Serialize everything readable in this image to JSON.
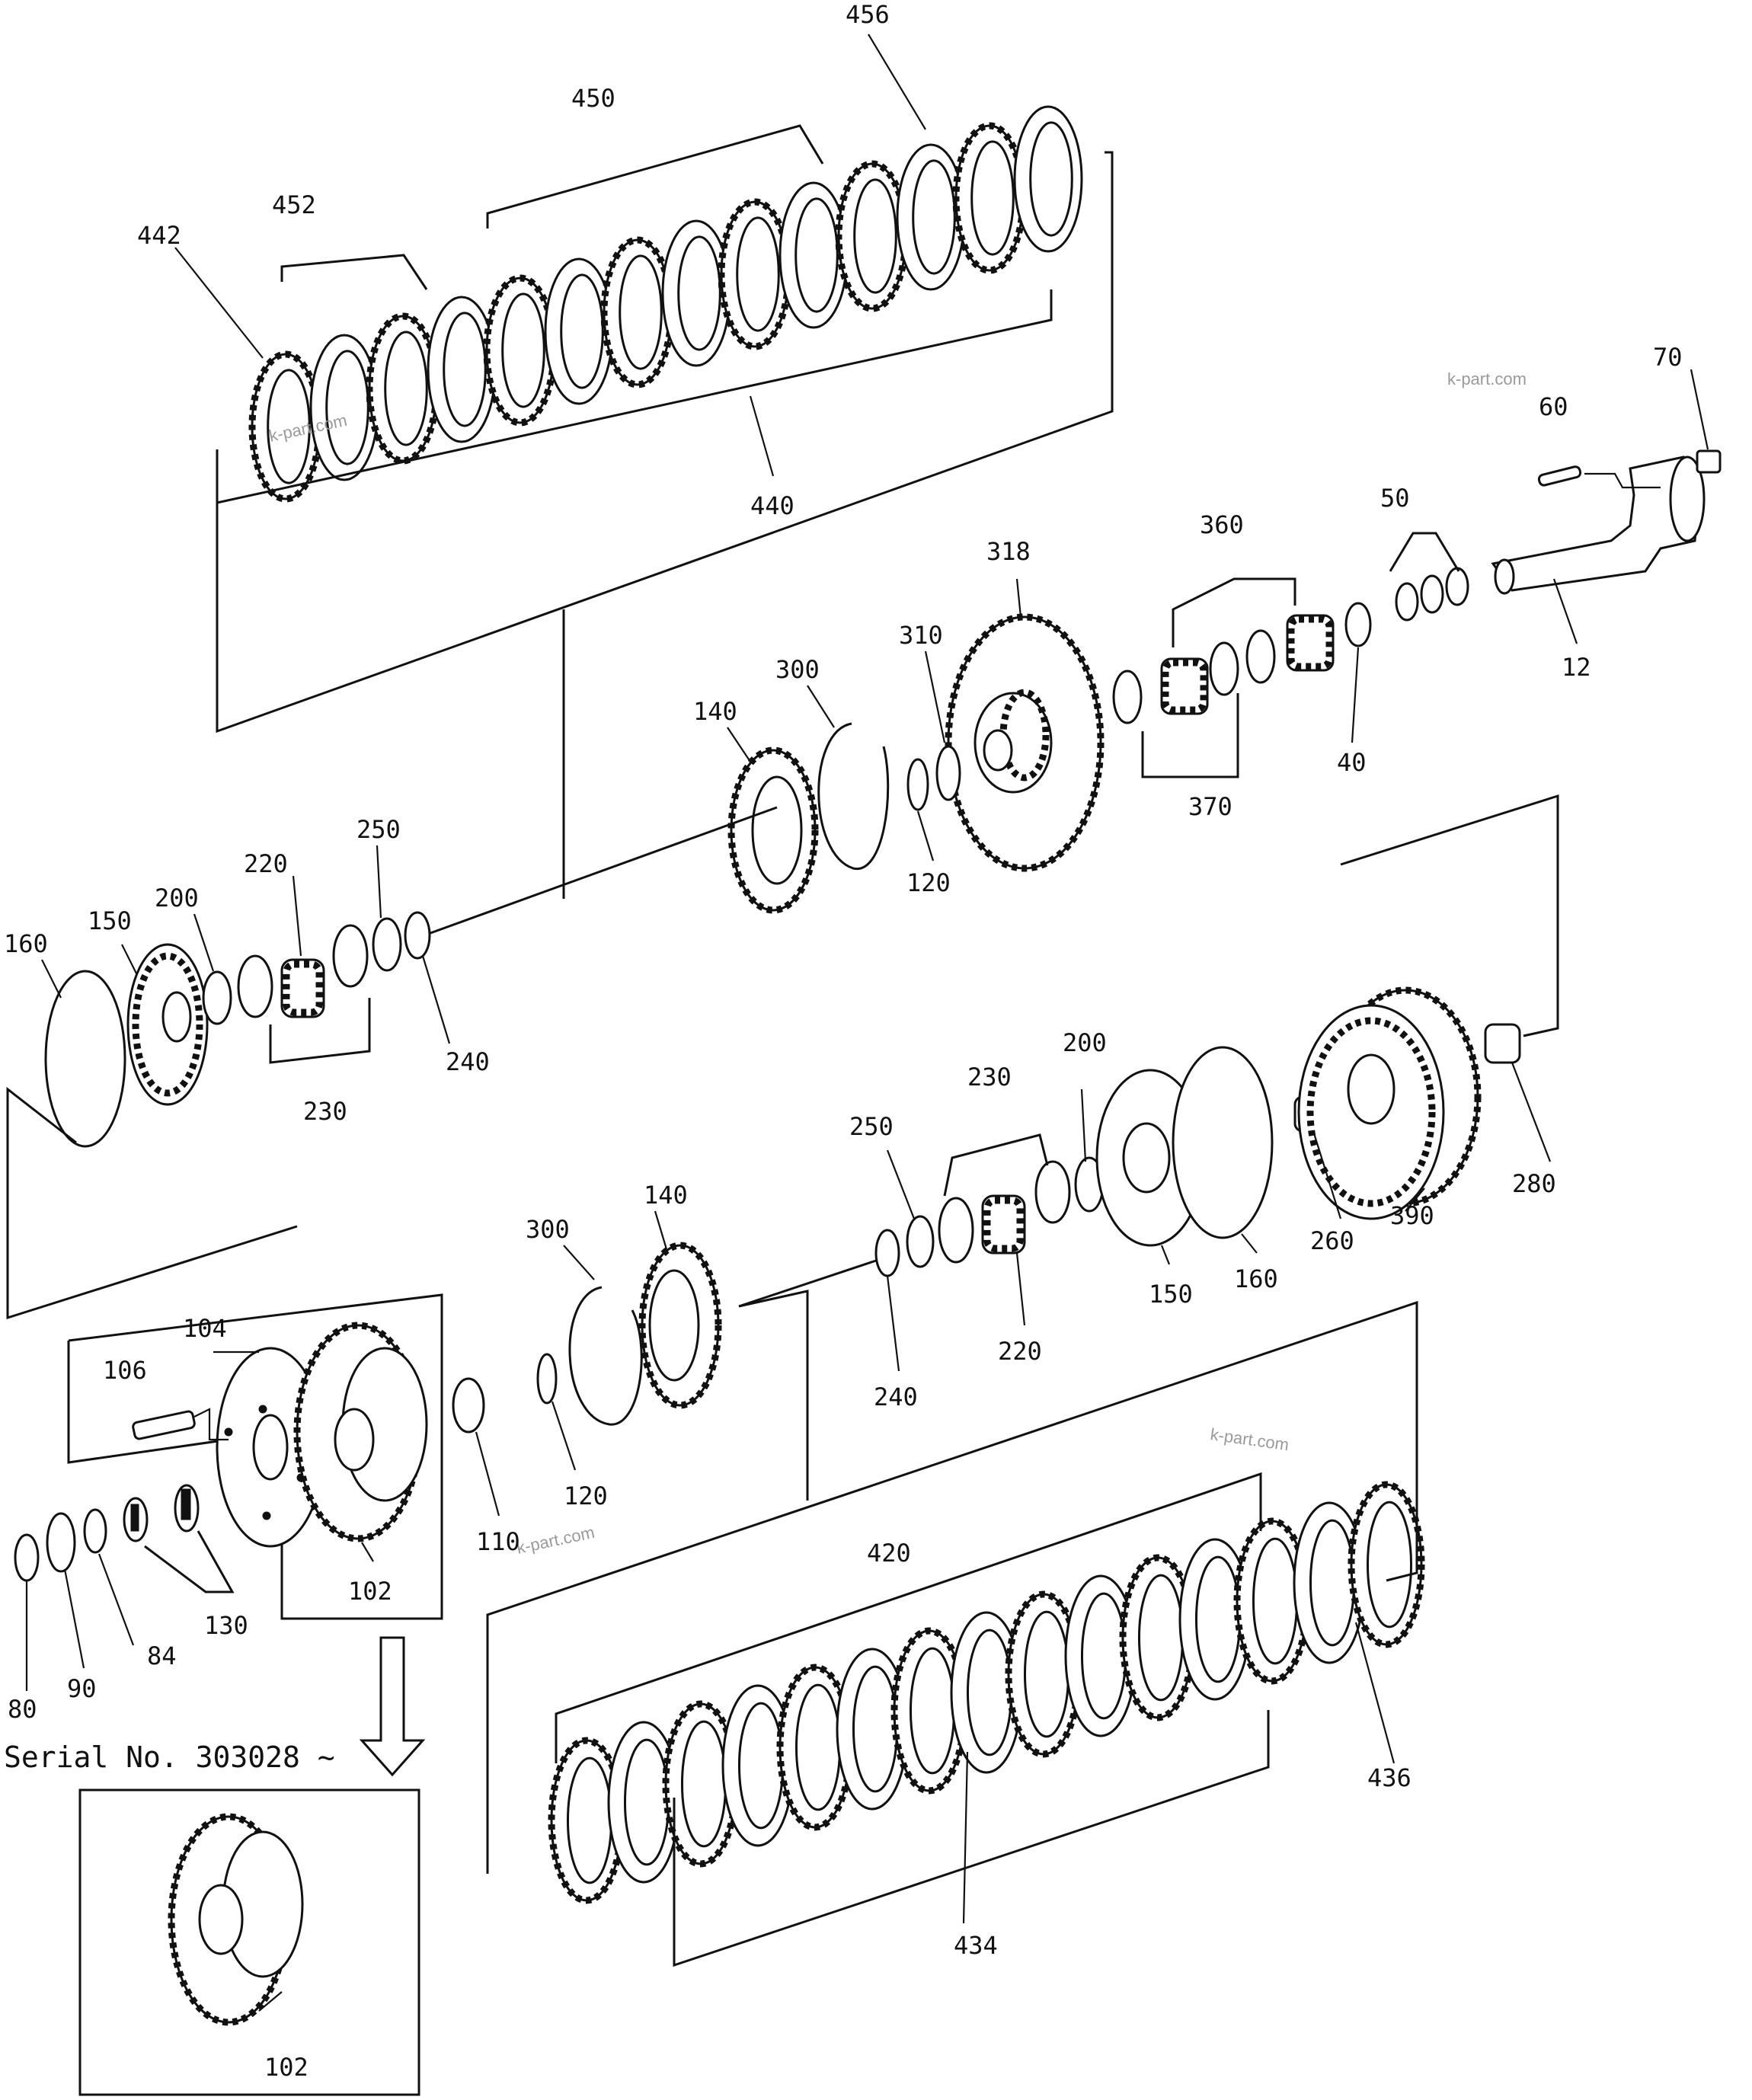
{
  "labels": {
    "p456": "456",
    "p450": "450",
    "p452": "452",
    "p442": "442",
    "p440": "440",
    "p70": "70",
    "p60": "60",
    "p50": "50",
    "p12": "12",
    "p40": "40",
    "p360": "360",
    "p370": "370",
    "p318": "318",
    "p310": "310",
    "p300a": "300",
    "p140a": "140",
    "p120a": "120",
    "p250a": "250",
    "p220a": "220",
    "p200a": "200",
    "p150a": "150",
    "p160a": "160",
    "p240a": "240",
    "p230a": "230",
    "p230b": "230",
    "p200b": "200",
    "p250b": "250",
    "p140b": "140",
    "p300b": "300",
    "p280": "280",
    "p390": "390",
    "p260": "260",
    "p160b": "160",
    "p150b": "150",
    "p220b": "220",
    "p240b": "240",
    "p104": "104",
    "p106": "106",
    "p120b": "120",
    "p110": "110",
    "p102a": "102",
    "p130": "130",
    "p84": "84",
    "p90": "90",
    "p80": "80",
    "p420": "420",
    "p434": "434",
    "p436": "436",
    "p102b": "102"
  },
  "serial_note": "Serial No. 303028 ~",
  "watermarks": [
    "k-part.com",
    "k-part.com",
    "k-part.com",
    "k-part.com"
  ],
  "colors": {
    "ink": "#111111",
    "paper": "#ffffff",
    "watermark": "#9a9a9a"
  }
}
